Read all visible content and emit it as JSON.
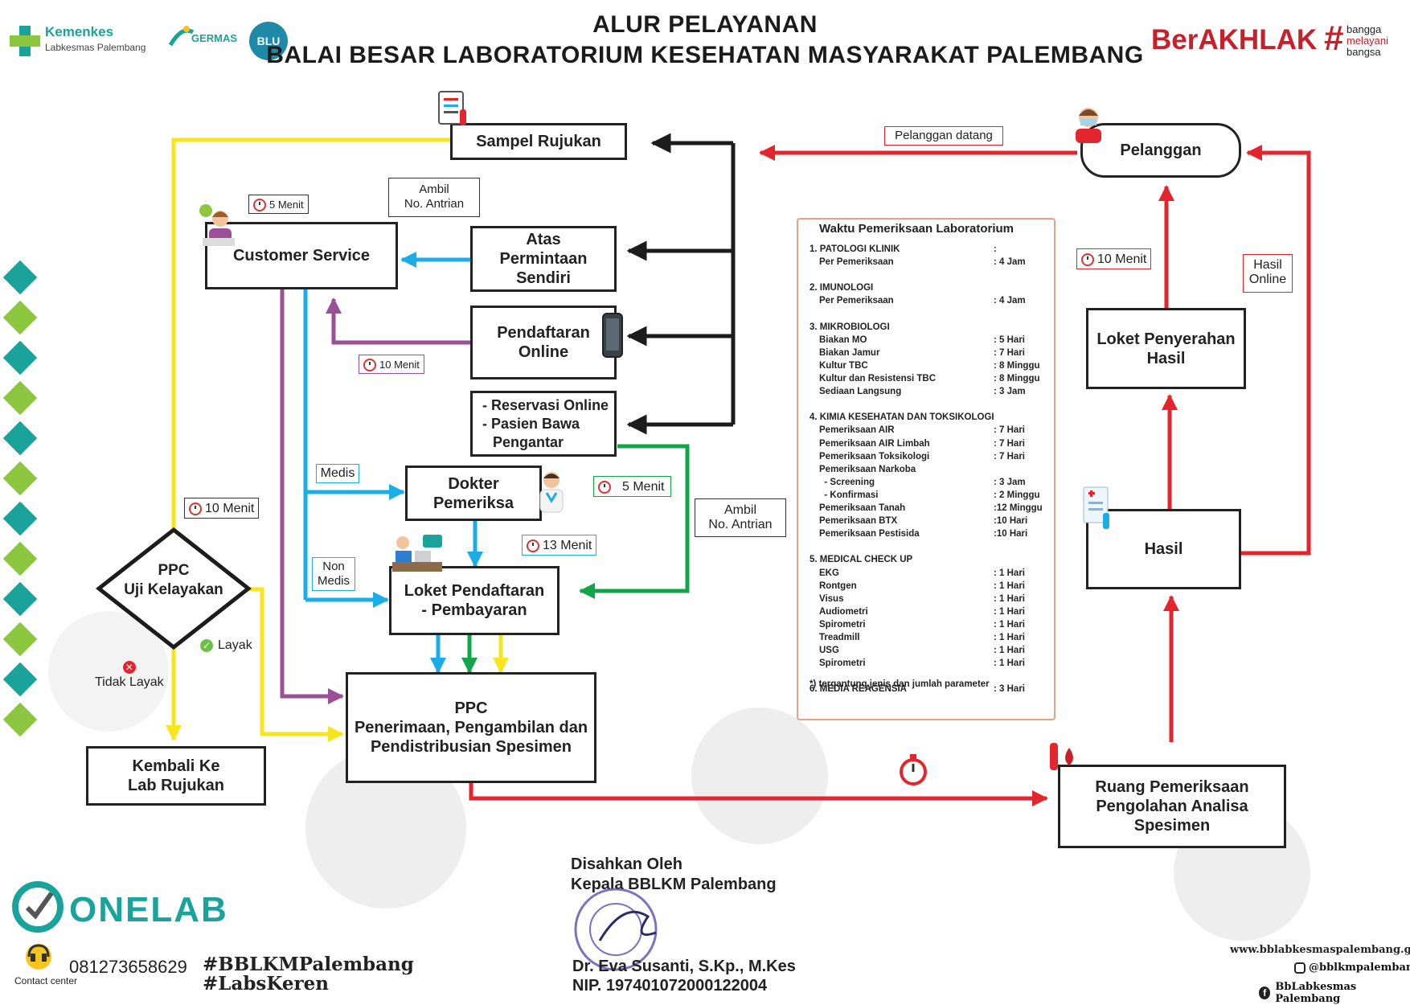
{
  "header": {
    "title_line1": "ALUR PELAYANAN",
    "title_line2": "BALAI BESAR LABORATORIUM KESEHATAN MASYARAKAT PALEMBANG",
    "logo_kemenkes": "Kemenkes",
    "logo_kemenkes_sub": "Labkesmas Palembang",
    "logo_germas": "GERMAS",
    "logo_blu": "BLU",
    "logo_berakhlak": "BerAKHLAK",
    "tagline_1": "bangga",
    "tagline_2": "melayani",
    "tagline_3": "bangsa"
  },
  "nodes": {
    "sampel_rujukan": "Sampel Rujukan",
    "ambil_antrian_1": "Ambil",
    "ambil_antrian_2": "No. Antrian",
    "customer_service": "Customer Service",
    "atas_permintaan_1": "Atas",
    "atas_permintaan_2": "Permintaan",
    "atas_permintaan_3": "Sendiri",
    "pendaftaran_online_1": "Pendaftaran",
    "pendaftaran_online_2": "Online",
    "reservasi_1": "- Reservasi Online",
    "reservasi_2": "- Pasien Bawa",
    "reservasi_3": "Pengantar",
    "dokter_1": "Dokter",
    "dokter_2": "Pemeriksa",
    "loket_daftar_1": "Loket Pendaftaran",
    "loket_daftar_2": "- Pembayaran",
    "ppc_uji_1": "PPC",
    "ppc_uji_2": "Uji Kelayakan",
    "kembali_1": "Kembali Ke",
    "kembali_2": "Lab Rujukan",
    "ppc_terima_1": "PPC",
    "ppc_terima_2": "Penerimaan, Pengambilan dan",
    "ppc_terima_3": "Pendistribusian Spesimen",
    "ruang_1": "Ruang Pemeriksaan",
    "ruang_2": "Pengolahan Analisa",
    "ruang_3": "Spesimen",
    "hasil": "Hasil",
    "loket_serah_1": "Loket Penyerahan",
    "loket_serah_2": "Hasil",
    "pelanggan": "Pelanggan",
    "ambil_antrian_b1": "Ambil",
    "ambil_antrian_b2": "No. Antrian"
  },
  "labels": {
    "pelanggan_datang": "Pelanggan datang",
    "hasil_online_1": "Hasil",
    "hasil_online_2": "Online",
    "medis": "Medis",
    "non_medis_1": "Non",
    "non_medis_2": "Medis",
    "layak": "Layak",
    "tidak_layak": "Tidak Layak"
  },
  "timers": {
    "t_cs": "5 Menit",
    "t_online": "10 Menit",
    "t_ppc": "10 Menit",
    "t_dokter": "5 Menit",
    "t_loket": "13 Menit",
    "t_serah": "10 Menit"
  },
  "waktu": {
    "title": "Waktu Pemeriksaan Laboratorium",
    "categories": [
      {
        "name": "1. PATOLOGI KLINIK",
        "value": ":",
        "items": [
          [
            "Per Pemeriksaan",
            ": 4 Jam"
          ]
        ]
      },
      {
        "name": "2. IMUNOLOGI",
        "value": "",
        "items": [
          [
            "Per Pemeriksaan",
            ": 4 Jam"
          ]
        ]
      },
      {
        "name": "3. MIKROBIOLOGI",
        "value": "",
        "items": [
          [
            "Biakan MO",
            ": 5 Hari"
          ],
          [
            "Biakan Jamur",
            ": 7 Hari"
          ],
          [
            "Kultur TBC",
            ": 8 Minggu"
          ],
          [
            "Kultur dan Resistensi TBC",
            ": 8 Minggu"
          ],
          [
            "Sediaan Langsung",
            ": 3 Jam"
          ]
        ]
      },
      {
        "name": "4. KIMIA KESEHATAN DAN TOKSIKOLOGI",
        "value": "",
        "items": [
          [
            "Pemeriksaan AIR",
            ": 7 Hari"
          ],
          [
            "Pemeriksaan AIR Limbah",
            ": 7 Hari"
          ],
          [
            "Pemeriksaan Toksikologi",
            ": 7 Hari"
          ],
          [
            "Pemeriksaan Narkoba",
            ""
          ],
          [
            "  - Screening",
            ": 3 Jam"
          ],
          [
            "  - Konfirmasi",
            ": 2 Minggu"
          ],
          [
            "Pemeriksaan Tanah",
            ":12 Minggu"
          ],
          [
            "Pemeriksaan BTX",
            ":10 Hari"
          ],
          [
            "Pemeriksaan Pestisida",
            ":10 Hari"
          ]
        ]
      },
      {
        "name": "5. MEDICAL CHECK UP",
        "value": "",
        "items": [
          [
            "EKG",
            ": 1 Hari"
          ],
          [
            "Rontgen",
            ": 1 Hari"
          ],
          [
            "Visus",
            ": 1 Hari"
          ],
          [
            "Audiometri",
            ": 1 Hari"
          ],
          [
            "Spirometri",
            ": 1 Hari"
          ],
          [
            "Treadmill",
            ": 1 Hari"
          ],
          [
            "USG",
            ": 1 Hari"
          ],
          [
            "Spirometri",
            ": 1 Hari"
          ]
        ]
      },
      {
        "name": "6. MEDIA REAGENSIA",
        "value": ": 3 Hari",
        "items": []
      }
    ],
    "note": "*) tergantung jenis dan jumlah parameter"
  },
  "footer": {
    "onelab": "ONELAB",
    "phone": "081273658629",
    "contact_center": "Contact center",
    "hashtag1": "#BBLKMPalembang",
    "hashtag2": "#LabsKeren",
    "disahkan": "Disahkan Oleh",
    "kepala": "Kepala BBLKM Palembang",
    "nama": "Dr. Eva Susanti, S.Kp., M.Kes",
    "nip": "NIP. 197401072000122004",
    "website": "www.bblabkesmaspalembang.go.id",
    "instagram": "@bblkmpalembang",
    "facebook": "BbLabkesmas Palembang"
  },
  "colors": {
    "yellow": "#f7e51d",
    "blue": "#19aee8",
    "purple": "#9b4f96",
    "green": "#12a54a",
    "red": "#e3262e",
    "black": "#1c1c1c",
    "teal": "#1aa39b"
  }
}
